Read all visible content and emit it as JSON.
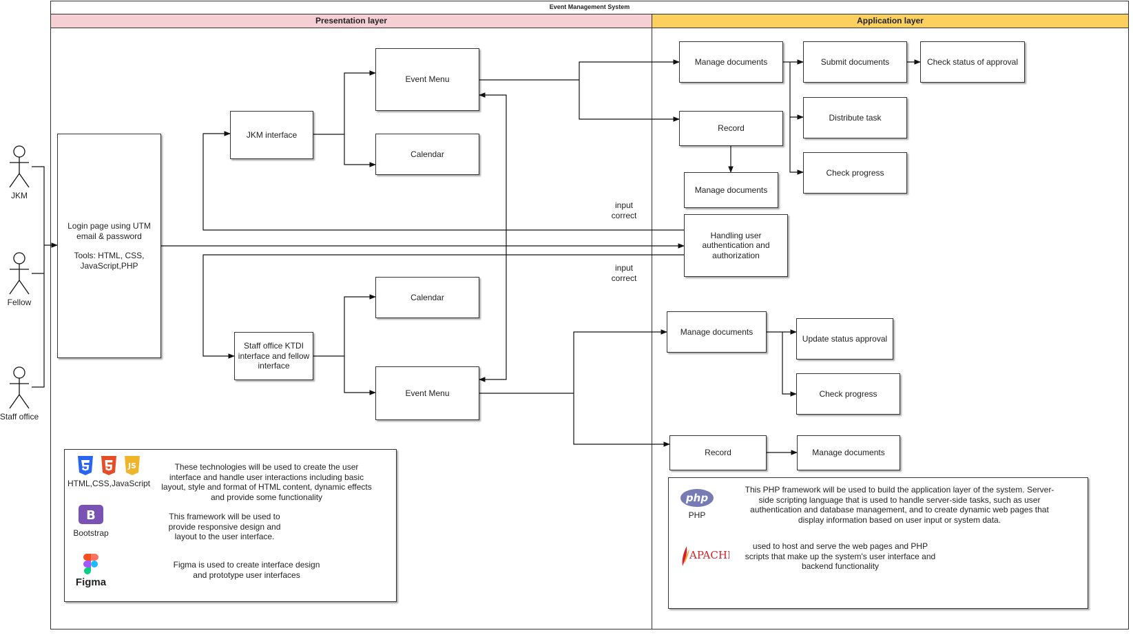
{
  "title": "Event Management System",
  "lanes": {
    "presentation": "Presentation layer",
    "application": "Application layer"
  },
  "actors": {
    "jkm": "JKM",
    "fellow": "Fellow",
    "staff": "Staff office"
  },
  "login": {
    "line1": "Login page using UTM email & password",
    "line2": "Tools: HTML, CSS, JavaScript,PHP"
  },
  "presentation": {
    "jkm_interface": "JKM interface",
    "event_menu_top": "Event Menu",
    "calendar_top": "Calendar",
    "calendar_bottom": "Calendar",
    "staff_interface": "Staff office KTDI\ninterface and fellow\ninterface",
    "event_menu_bottom": "Event Menu"
  },
  "labels": {
    "input_correct_1": "input\ncorrect",
    "input_correct_2": "input\ncorrect"
  },
  "application": {
    "manage_docs_1": "Manage documents",
    "submit_docs": "Submit documents",
    "check_status": "Check status of approval",
    "record_1": "Record",
    "distribute": "Distribute task",
    "check_progress_1": "Check progress",
    "manage_docs_2": "Manage documents",
    "auth": "Handling user\nauthentication and\nauthorization",
    "manage_docs_3": "Manage documents",
    "update_status": "Update status approval",
    "check_progress_2": "Check progress",
    "record_2": "Record",
    "manage_docs_4": "Manage documents"
  },
  "legend_left": {
    "web_label": "HTML,CSS,JavaScript",
    "web_desc": "These technologies will be used to create the user interface and handle user interactions including basic layout, style and format of HTML content, dynamic effects and provide some functionality",
    "bootstrap_label": "Bootstrap",
    "bootstrap_desc": "This framework will be used to provide responsive design and layout to the user interface.",
    "figma_label": "Figma",
    "figma_desc": "Figma is used to create interface design and prototype user interfaces"
  },
  "legend_right": {
    "php_label": "PHP",
    "php_logo": "php",
    "php_desc": "This PHP framework will be used to build the application layer of the system. Server-side scripting language that is used to handle server-side tasks, such as user authentication and database management, and to create dynamic web pages that display information based on user input or system data.",
    "apache_logo": "APACHE",
    "apache_desc": "used to host and serve the web pages and PHP scripts that make up the system's user interface and backend functionality"
  },
  "icons": {
    "css3": "css3-icon",
    "html5": "html5-icon",
    "js": "javascript-icon",
    "bootstrap": "bootstrap-icon",
    "figma": "figma-icon",
    "php": "php-icon",
    "apache": "apache-icon"
  },
  "colors": {
    "presentation": "#f6cfd4",
    "application": "#fbd05e",
    "css3": "#2965f1",
    "html5": "#e44d26",
    "js": "#f0b429",
    "bootstrap": "#7952b3",
    "php": "#777bb3"
  }
}
